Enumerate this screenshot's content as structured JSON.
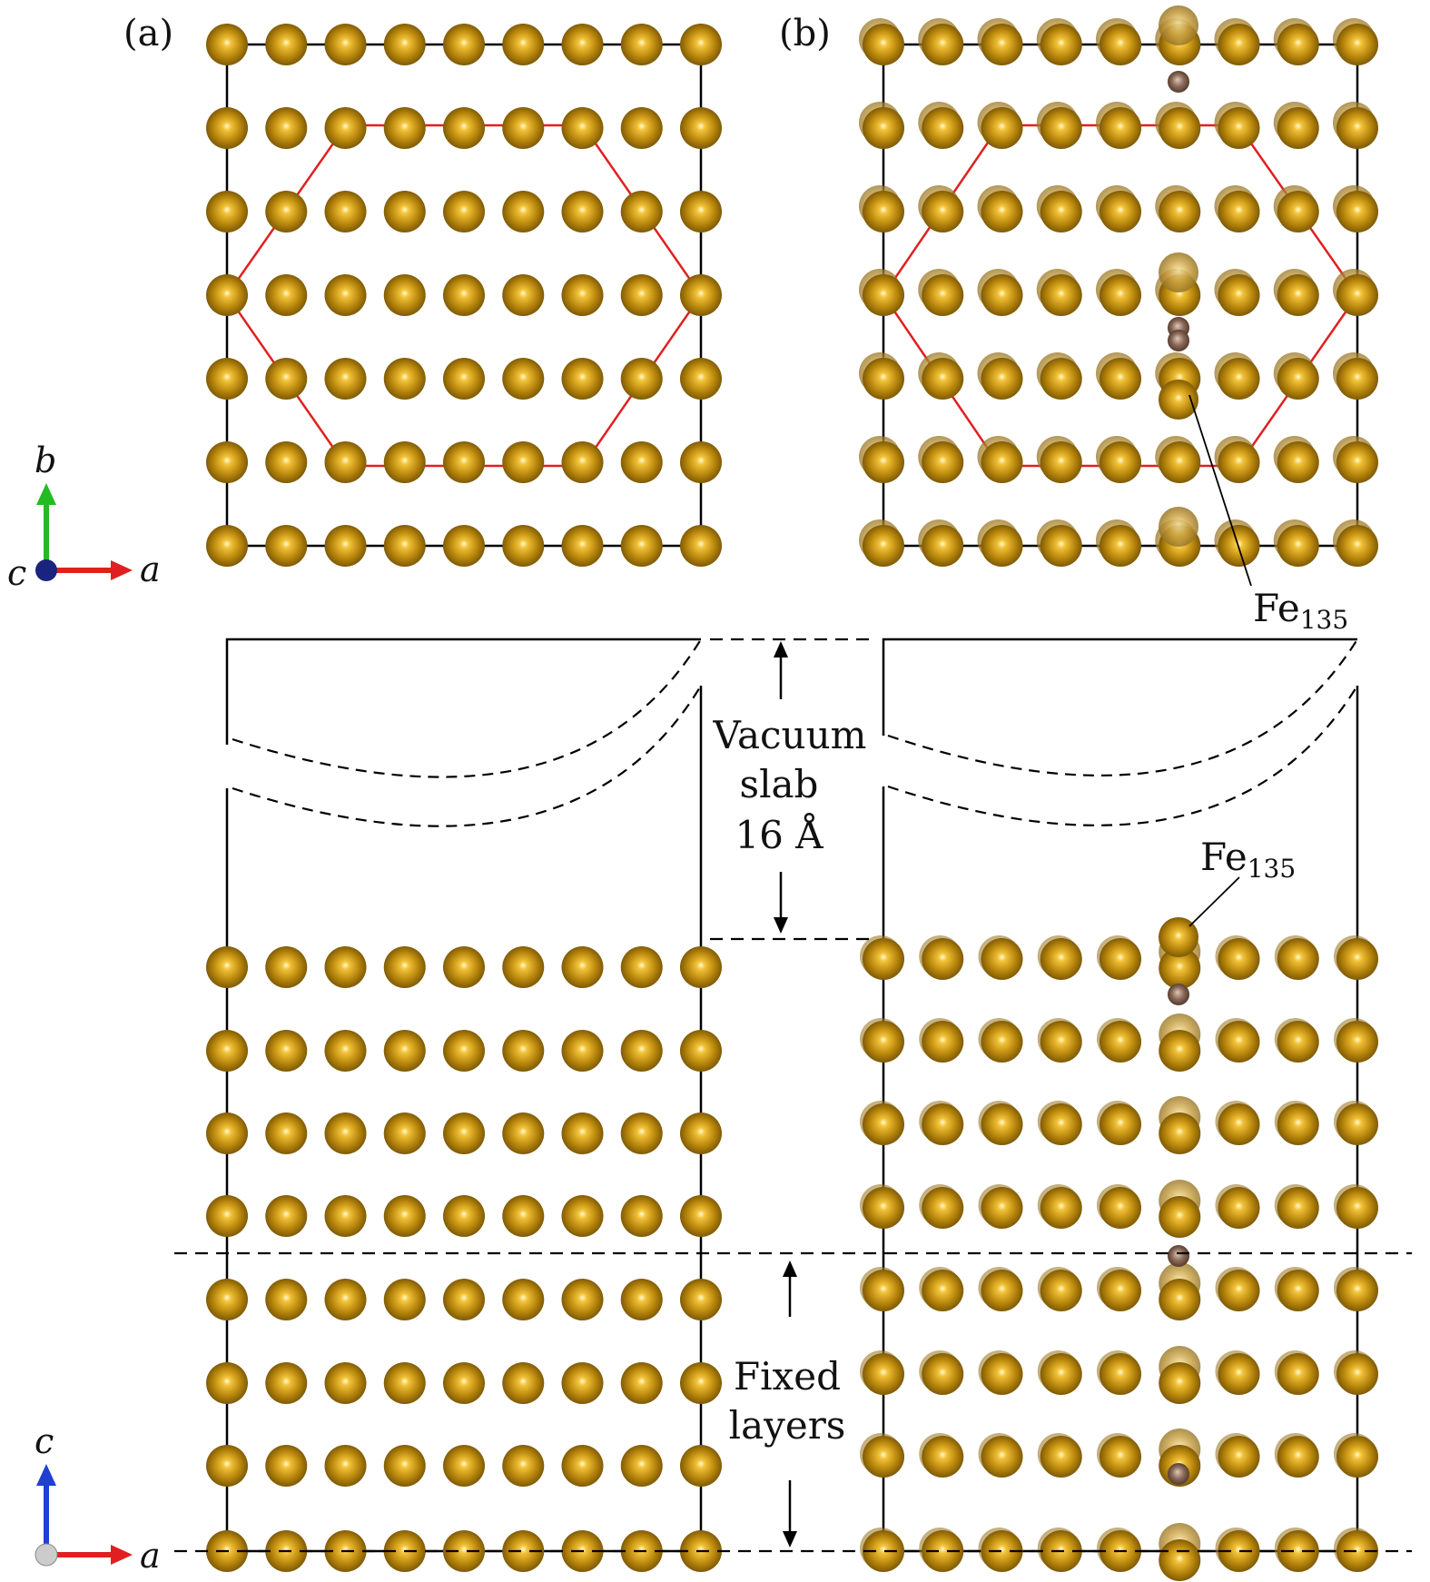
{
  "panels": {
    "a": {
      "label": "(a)"
    },
    "b": {
      "label": "(b)"
    }
  },
  "axes_top": {
    "y_label": "b",
    "x_label": "a",
    "z_label": "c"
  },
  "axes_bottom": {
    "y_label": "c",
    "x_label": "a"
  },
  "annotations": {
    "vacuum": {
      "line1": "Vacuum",
      "line2": "slab",
      "line3": "16 Å"
    },
    "fixed": {
      "line1": "Fixed",
      "line2": "layers"
    },
    "fe_label_top": {
      "base": "Fe",
      "sub": "135"
    },
    "fe_label_side": {
      "base": "Fe",
      "sub": "135"
    }
  },
  "colors": {
    "fe_atom": "#b8860b",
    "fe_highlight": "#fff6a0",
    "carbon_atom": "#8b6a58",
    "hexagon": "#e02020",
    "cell_border": "#000000",
    "axis_x": "#e02020",
    "axis_y_top": "#22bb22",
    "axis_y_bottom": "#2040d0",
    "axis_origin_top": "#1a237e",
    "axis_origin_bottom": "#cccccc"
  }
}
